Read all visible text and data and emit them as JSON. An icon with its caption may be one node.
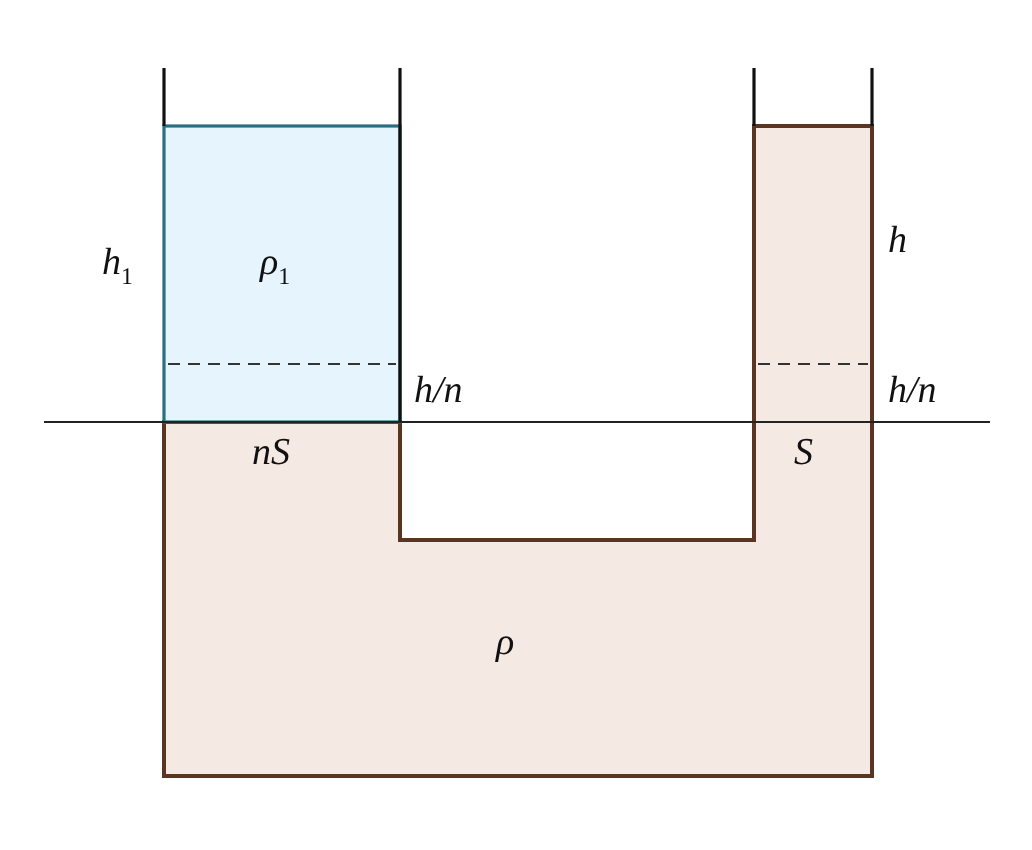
{
  "diagram": {
    "labels": [
      "h$_{1}$",
      "ρ$_{1}$",
      "h",
      "h/n",
      "h/n",
      "nS",
      "S",
      "ρ"
    ]
  }
}
